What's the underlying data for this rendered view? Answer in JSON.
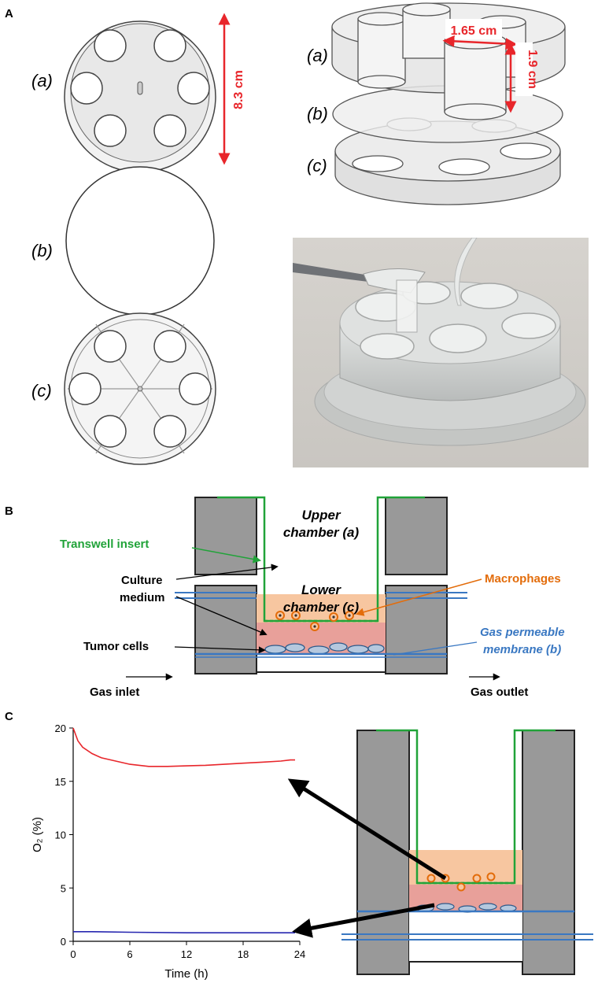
{
  "panels": {
    "a": "A",
    "b": "B",
    "c": "C"
  },
  "panel_a": {
    "labels": {
      "a": "(a)",
      "b": "(b)",
      "c": "(c)"
    },
    "dims": {
      "diameter": "8.3 cm",
      "well_diameter": "1.65 cm",
      "well_height": "1.9 cm"
    },
    "accent_color": "#e8262b"
  },
  "panel_b": {
    "labels": {
      "upper1": "Upper",
      "upper2": "chamber (a)",
      "transwell": "Transwell insert",
      "culture1": "Culture",
      "culture2": "medium",
      "tumor": "Tumor cells",
      "gas_inlet": "Gas inlet",
      "lower1": "Lower",
      "lower2": "chamber (c)",
      "gas_outlet": "Gas outlet",
      "macrophages": "Macrophages",
      "gpm1": "Gas permeable",
      "gpm2": "membrane (b)"
    },
    "colors": {
      "transwell": "#21a339",
      "macrophage": "#e36c0a",
      "membrane": "#3a78c2",
      "wall": "#999999"
    }
  },
  "chart_data": {
    "type": "line",
    "xlabel": "Time (h)",
    "ylabel": "O₂ (%)",
    "xlim": [
      0,
      24
    ],
    "ylim": [
      0,
      20
    ],
    "xticks": [
      0,
      6,
      12,
      18,
      24
    ],
    "yticks": [
      0,
      5,
      10,
      15,
      20
    ],
    "grid": false,
    "series": [
      {
        "color": "#e8262b",
        "x": [
          0,
          0.5,
          1,
          2,
          3,
          4,
          5,
          6,
          8,
          10,
          12,
          14,
          16,
          18,
          20,
          22,
          23,
          23.5
        ],
        "y": [
          20,
          18.8,
          18.2,
          17.6,
          17.2,
          17.0,
          16.8,
          16.6,
          16.4,
          16.4,
          16.45,
          16.5,
          16.6,
          16.7,
          16.8,
          16.9,
          17.0,
          17.0
        ]
      },
      {
        "color": "#2727b0",
        "x": [
          0,
          2,
          6,
          12,
          18,
          23.5
        ],
        "y": [
          0.9,
          0.9,
          0.85,
          0.8,
          0.8,
          0.8
        ]
      }
    ]
  }
}
